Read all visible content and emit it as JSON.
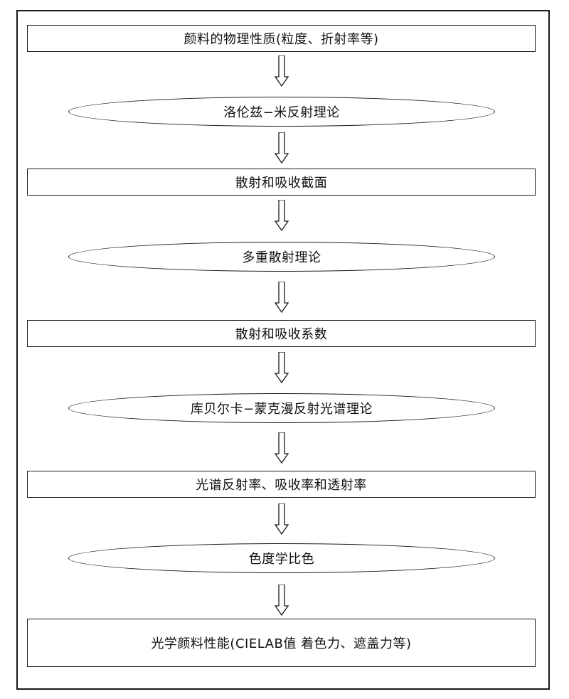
{
  "nodes": [
    {
      "text": "颜料的物理性质(粒度、折射率等)",
      "shape": "rect"
    },
    {
      "text": "洛伦兹−米反射理论",
      "shape": "ellipse"
    },
    {
      "text": "散射和吸收截面",
      "shape": "rect"
    },
    {
      "text": "多重散射理论",
      "shape": "ellipse"
    },
    {
      "text": "散射和吸收系数",
      "shape": "rect"
    },
    {
      "text": "库贝尔卡−蒙克漫反射光谱理论",
      "shape": "ellipse"
    },
    {
      "text": "光谱反射率、吸收率和透射率",
      "shape": "rect"
    },
    {
      "text": "色度学比色",
      "shape": "ellipse"
    },
    {
      "text": "光学颜料性能(CIELAB值 着色力、遮盖力等)",
      "shape": "rect"
    }
  ]
}
